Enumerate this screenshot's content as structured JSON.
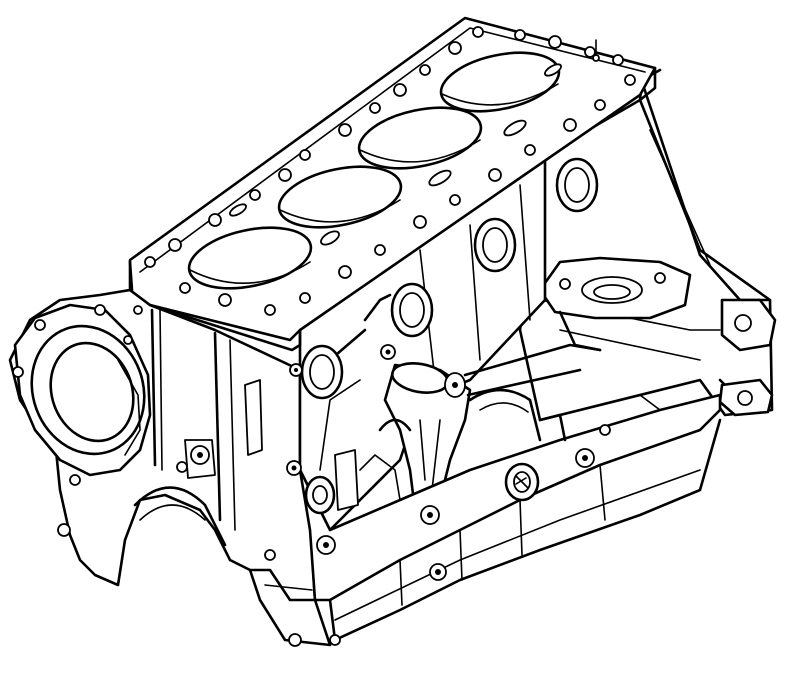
{
  "figure": {
    "subject": "engine-cylinder-block",
    "style": "black line drawing on white",
    "background": "#ffffff",
    "stroke": "#000000",
    "cylinder_count": 4,
    "labels": []
  }
}
